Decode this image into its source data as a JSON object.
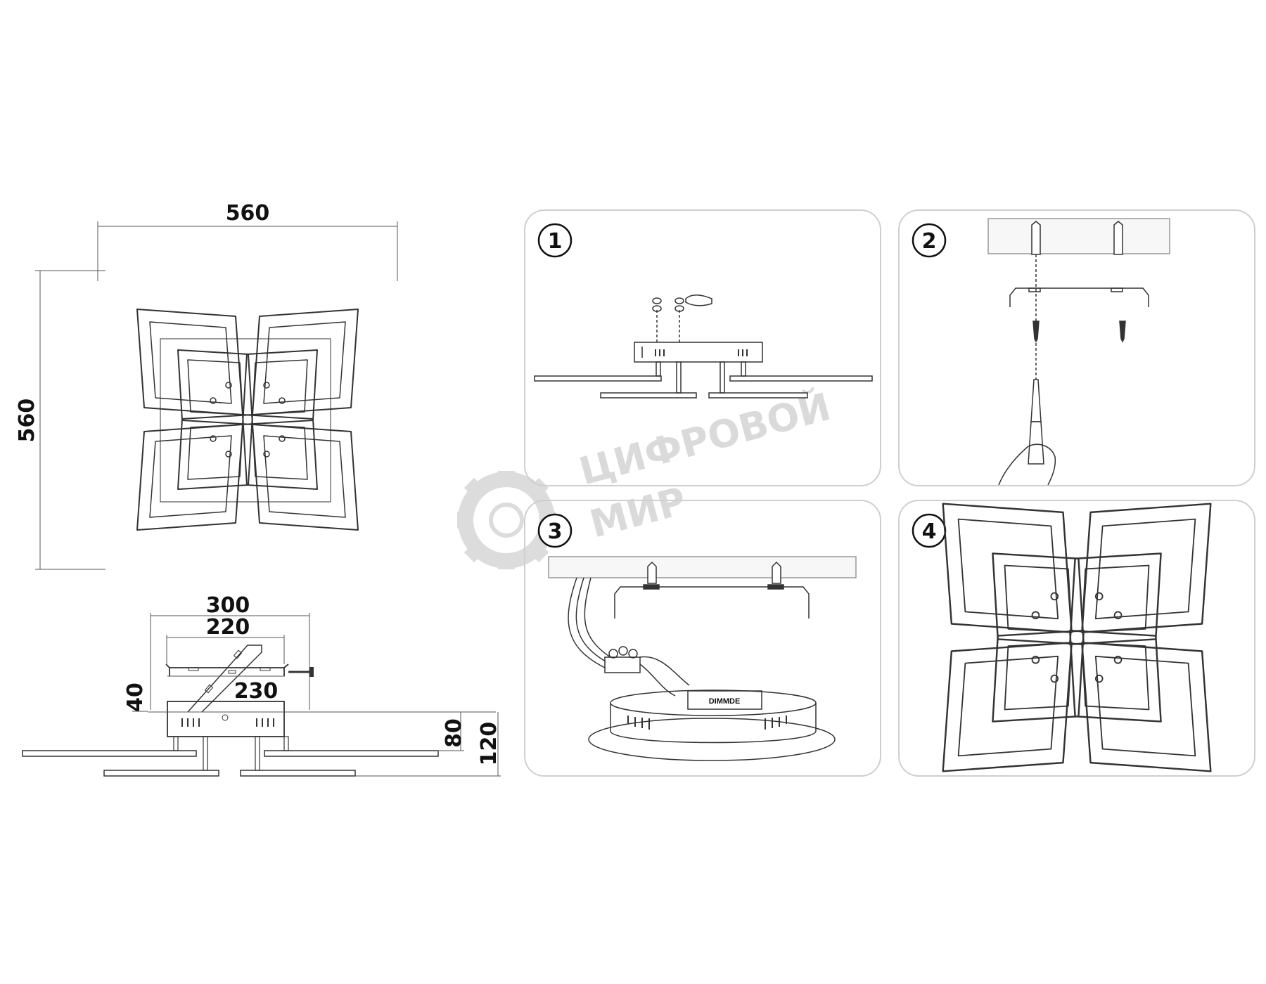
{
  "dimensions": {
    "top_width": "560",
    "top_height": "560",
    "bracket_total": "300",
    "bracket_inner": "220",
    "mount_spacing": "230",
    "bracket_height": "40",
    "body_height": "80",
    "total_height": "120"
  },
  "steps": [
    {
      "number": "1"
    },
    {
      "number": "2"
    },
    {
      "number": "3",
      "driver_label": "DIMMDE"
    },
    {
      "number": "4"
    }
  ],
  "watermark": {
    "line1": "ЦИФРОВОЙ",
    "line2": "МИР"
  },
  "colors": {
    "stroke": "#333333",
    "panel_border": "#cfcfcf",
    "watermark": "#d6d6d6"
  }
}
